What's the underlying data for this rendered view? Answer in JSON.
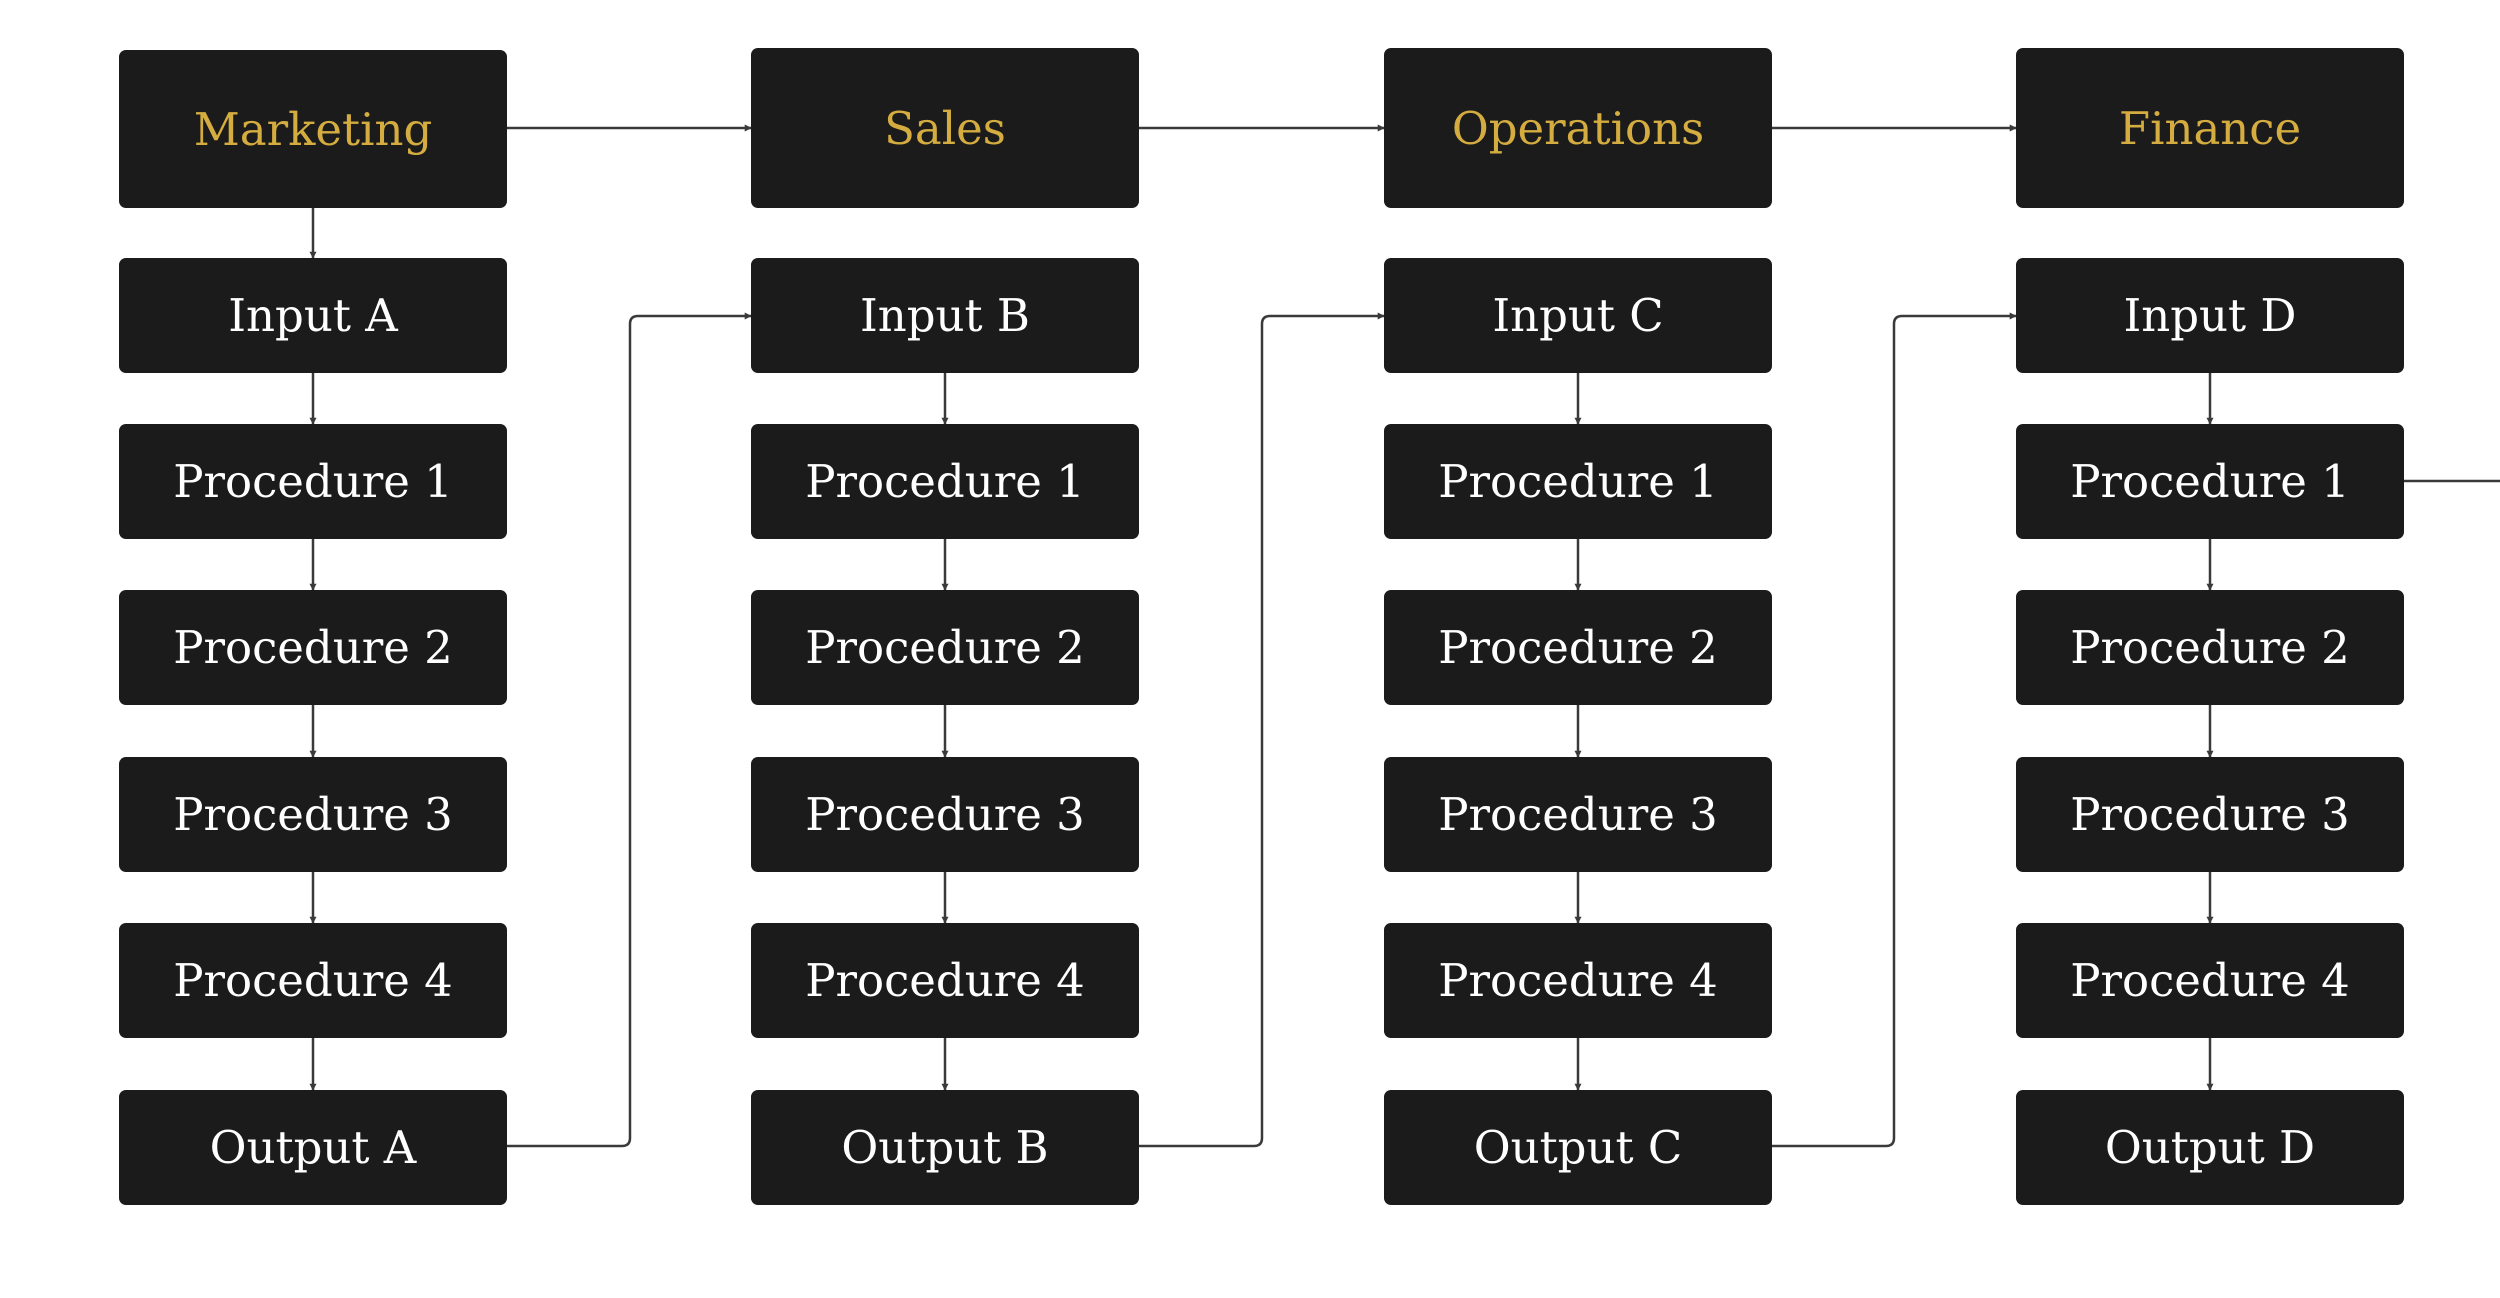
{
  "colors": {
    "box_fill": "#1b1b1b",
    "header_text": "#d4ac3f",
    "node_text": "#ffffff",
    "connector": "#3a3a3a",
    "background": "#ffffff"
  },
  "columns": [
    {
      "department": "Marketing",
      "steps": [
        "Input A",
        "Procedure 1",
        "Procedure 2",
        "Procedure 3",
        "Procedure 4",
        "Output A"
      ]
    },
    {
      "department": "Sales",
      "steps": [
        "Input B",
        "Procedure 1",
        "Procedure 2",
        "Procedure 3",
        "Procedure 4",
        "Output B"
      ]
    },
    {
      "department": "Operations",
      "steps": [
        "Input C",
        "Procedure 1",
        "Procedure 2",
        "Procedure 3",
        "Procedure 4",
        "Output C"
      ]
    },
    {
      "department": "Finance",
      "steps": [
        "Input D",
        "Procedure 1",
        "Procedure 2",
        "Procedure 3",
        "Procedure 4",
        "Output D"
      ]
    }
  ]
}
